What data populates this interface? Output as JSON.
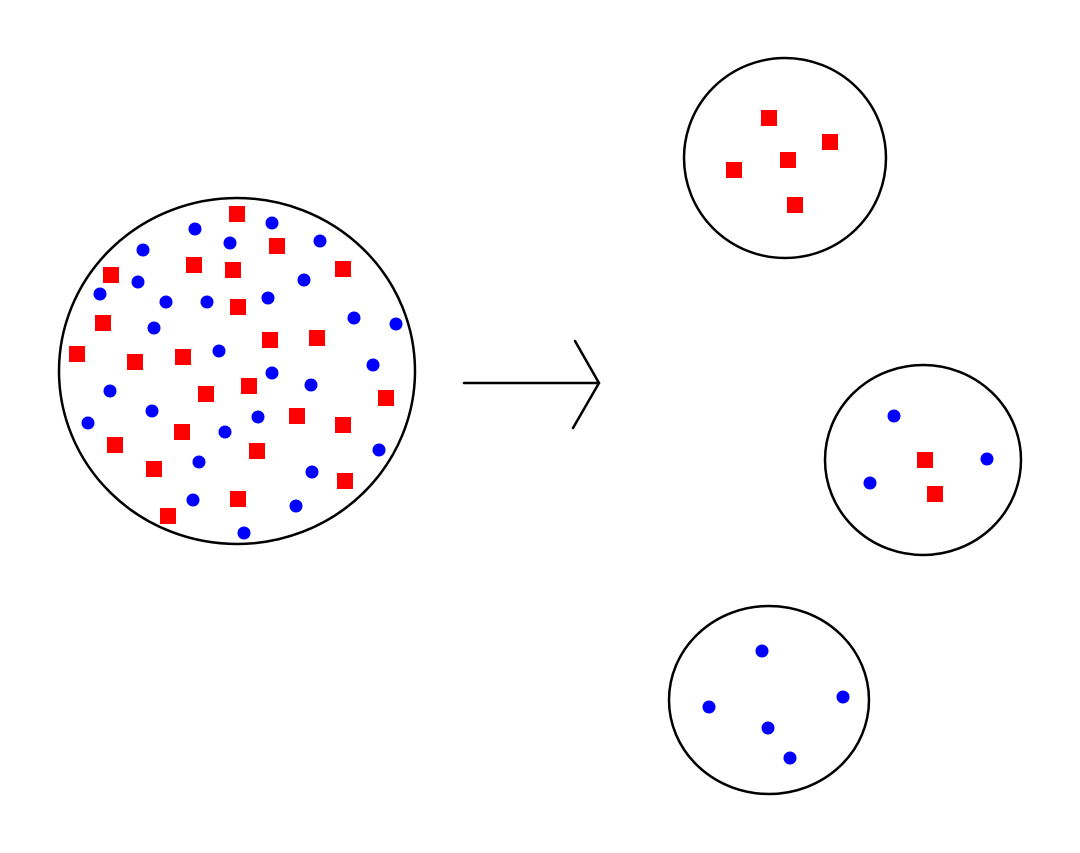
{
  "diagram": {
    "description_type": "partition",
    "colors": {
      "square": "#ff0000",
      "dot": "#0000ff",
      "stroke": "#000000",
      "background": "#ffffff"
    },
    "groups": [
      {
        "name": "source-set",
        "red_squares": 25,
        "blue_dots": 29
      },
      {
        "name": "subset-red",
        "red_squares": 5,
        "blue_dots": 0
      },
      {
        "name": "subset-mixed",
        "red_squares": 2,
        "blue_dots": 3
      },
      {
        "name": "subset-blue",
        "red_squares": 0,
        "blue_dots": 5
      }
    ]
  }
}
